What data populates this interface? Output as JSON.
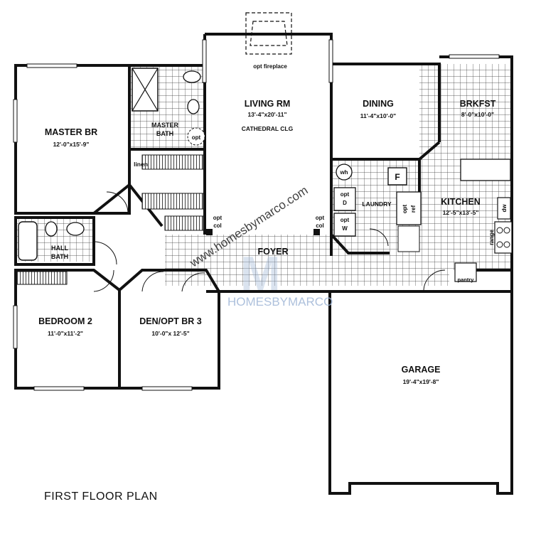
{
  "title": "FIRST FLOOR PLAN",
  "watermark": {
    "diagonal": "www.homesbymarco.com",
    "logo_letter": "M",
    "logo_text": "HOMESBYMARCO"
  },
  "rooms": {
    "master_br": {
      "name": "MASTER BR",
      "dims": "12'-0\"x15'-9\""
    },
    "master_bath": {
      "name_line1": "MASTER",
      "name_line2": "BATH"
    },
    "linen": "linen",
    "hall_bath": {
      "name_line1": "HALL",
      "name_line2": "BATH"
    },
    "living": {
      "name": "LIVING RM",
      "dims": "13'-4\"x20'-11\"",
      "note": "CATHEDRAL CLG"
    },
    "fireplace": "opt fireplace",
    "dining": {
      "name": "DINING",
      "dims": "11'-4\"x10'-0\""
    },
    "brkfst": {
      "name": "BRKFST",
      "dims": "8'-0\"x10'-0\""
    },
    "kitchen": {
      "name": "KITCHEN",
      "dims": "12'-5\"x13'-5\""
    },
    "laundry": "LAUNDRY",
    "foyer": "FOYER",
    "bedroom2": {
      "name": "BEDROOM 2",
      "dims": "11'-0\"x11'-2\""
    },
    "den": {
      "name": "DEN/OPT BR 3",
      "dims": "10'-0\"x 12'-5\""
    },
    "garage": {
      "name": "GARAGE",
      "dims": "19'-4\"x19'-8\""
    }
  },
  "fixtures": {
    "opt": "opt",
    "opt_col_1": "opt",
    "col_1": "col",
    "opt_col_2": "opt",
    "col_2": "col",
    "wh": "wh",
    "furnace": "F",
    "opt_d_1": "opt",
    "opt_d_2": "D",
    "opt_w_1": "opt",
    "opt_w_2": "W",
    "opt_ref_1": "opt",
    "opt_ref_2": "ref",
    "dw": "dw",
    "range": "range",
    "pantry": "pantry"
  }
}
